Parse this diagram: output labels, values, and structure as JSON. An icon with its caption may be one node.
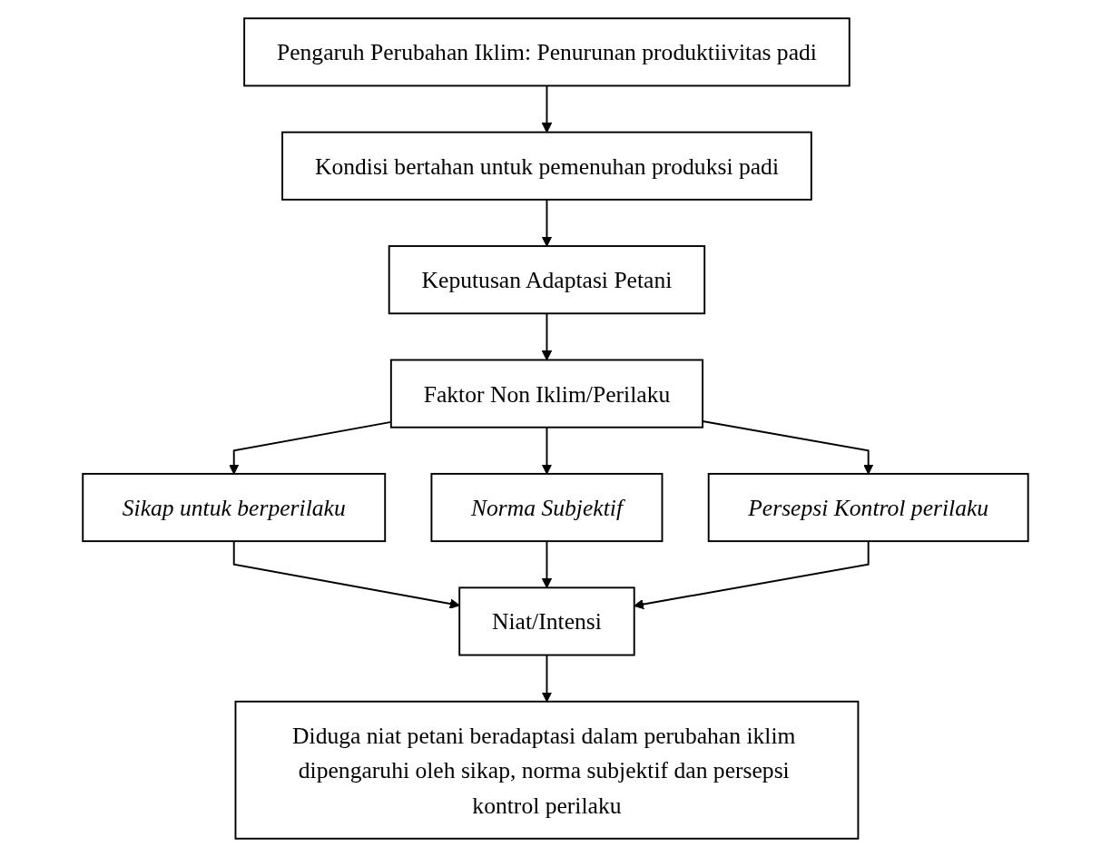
{
  "diagram": {
    "nodes": [
      {
        "text": [
          "Pengaruh Perubahan Iklim: Penurunan produktiivitas padi"
        ]
      },
      {
        "text": [
          "Kondisi bertahan untuk pemenuhan produksi padi"
        ]
      },
      {
        "text": [
          "Keputusan Adaptasi Petani"
        ]
      },
      {
        "text": [
          "Faktor Non Iklim/Perilaku"
        ]
      },
      {
        "text": [
          "Sikap untuk berperilaku"
        ]
      },
      {
        "text": [
          "Norma Subjektif"
        ]
      },
      {
        "text": [
          "Persepsi Kontrol perilaku"
        ]
      },
      {
        "text": [
          "Niat/Intensi"
        ]
      },
      {
        "text": [
          "Diduga niat petani beradaptasi dalam perubahan iklim dipengaruhi oleh sikap, norma subjektif dan persepsi kontrol perilaku"
        ]
      }
    ],
    "edges": [
      {
        "from": 0,
        "to": 1,
        "arrow": "to"
      },
      {
        "from": 1,
        "to": 2,
        "arrow": "to"
      },
      {
        "from": 2,
        "to": 3,
        "arrow": "to"
      },
      {
        "from": 3,
        "to": 4,
        "arrow": "to"
      },
      {
        "from": 3,
        "to": 5,
        "arrow": "to"
      },
      {
        "from": 3,
        "to": 6,
        "arrow": "to"
      },
      {
        "from": 4,
        "to": 7,
        "arrow": "to"
      },
      {
        "from": 5,
        "to": 7,
        "arrow": "to"
      },
      {
        "from": 6,
        "to": 7,
        "arrow": "to"
      },
      {
        "from": 7,
        "to": 8,
        "arrow": "to"
      }
    ]
  }
}
